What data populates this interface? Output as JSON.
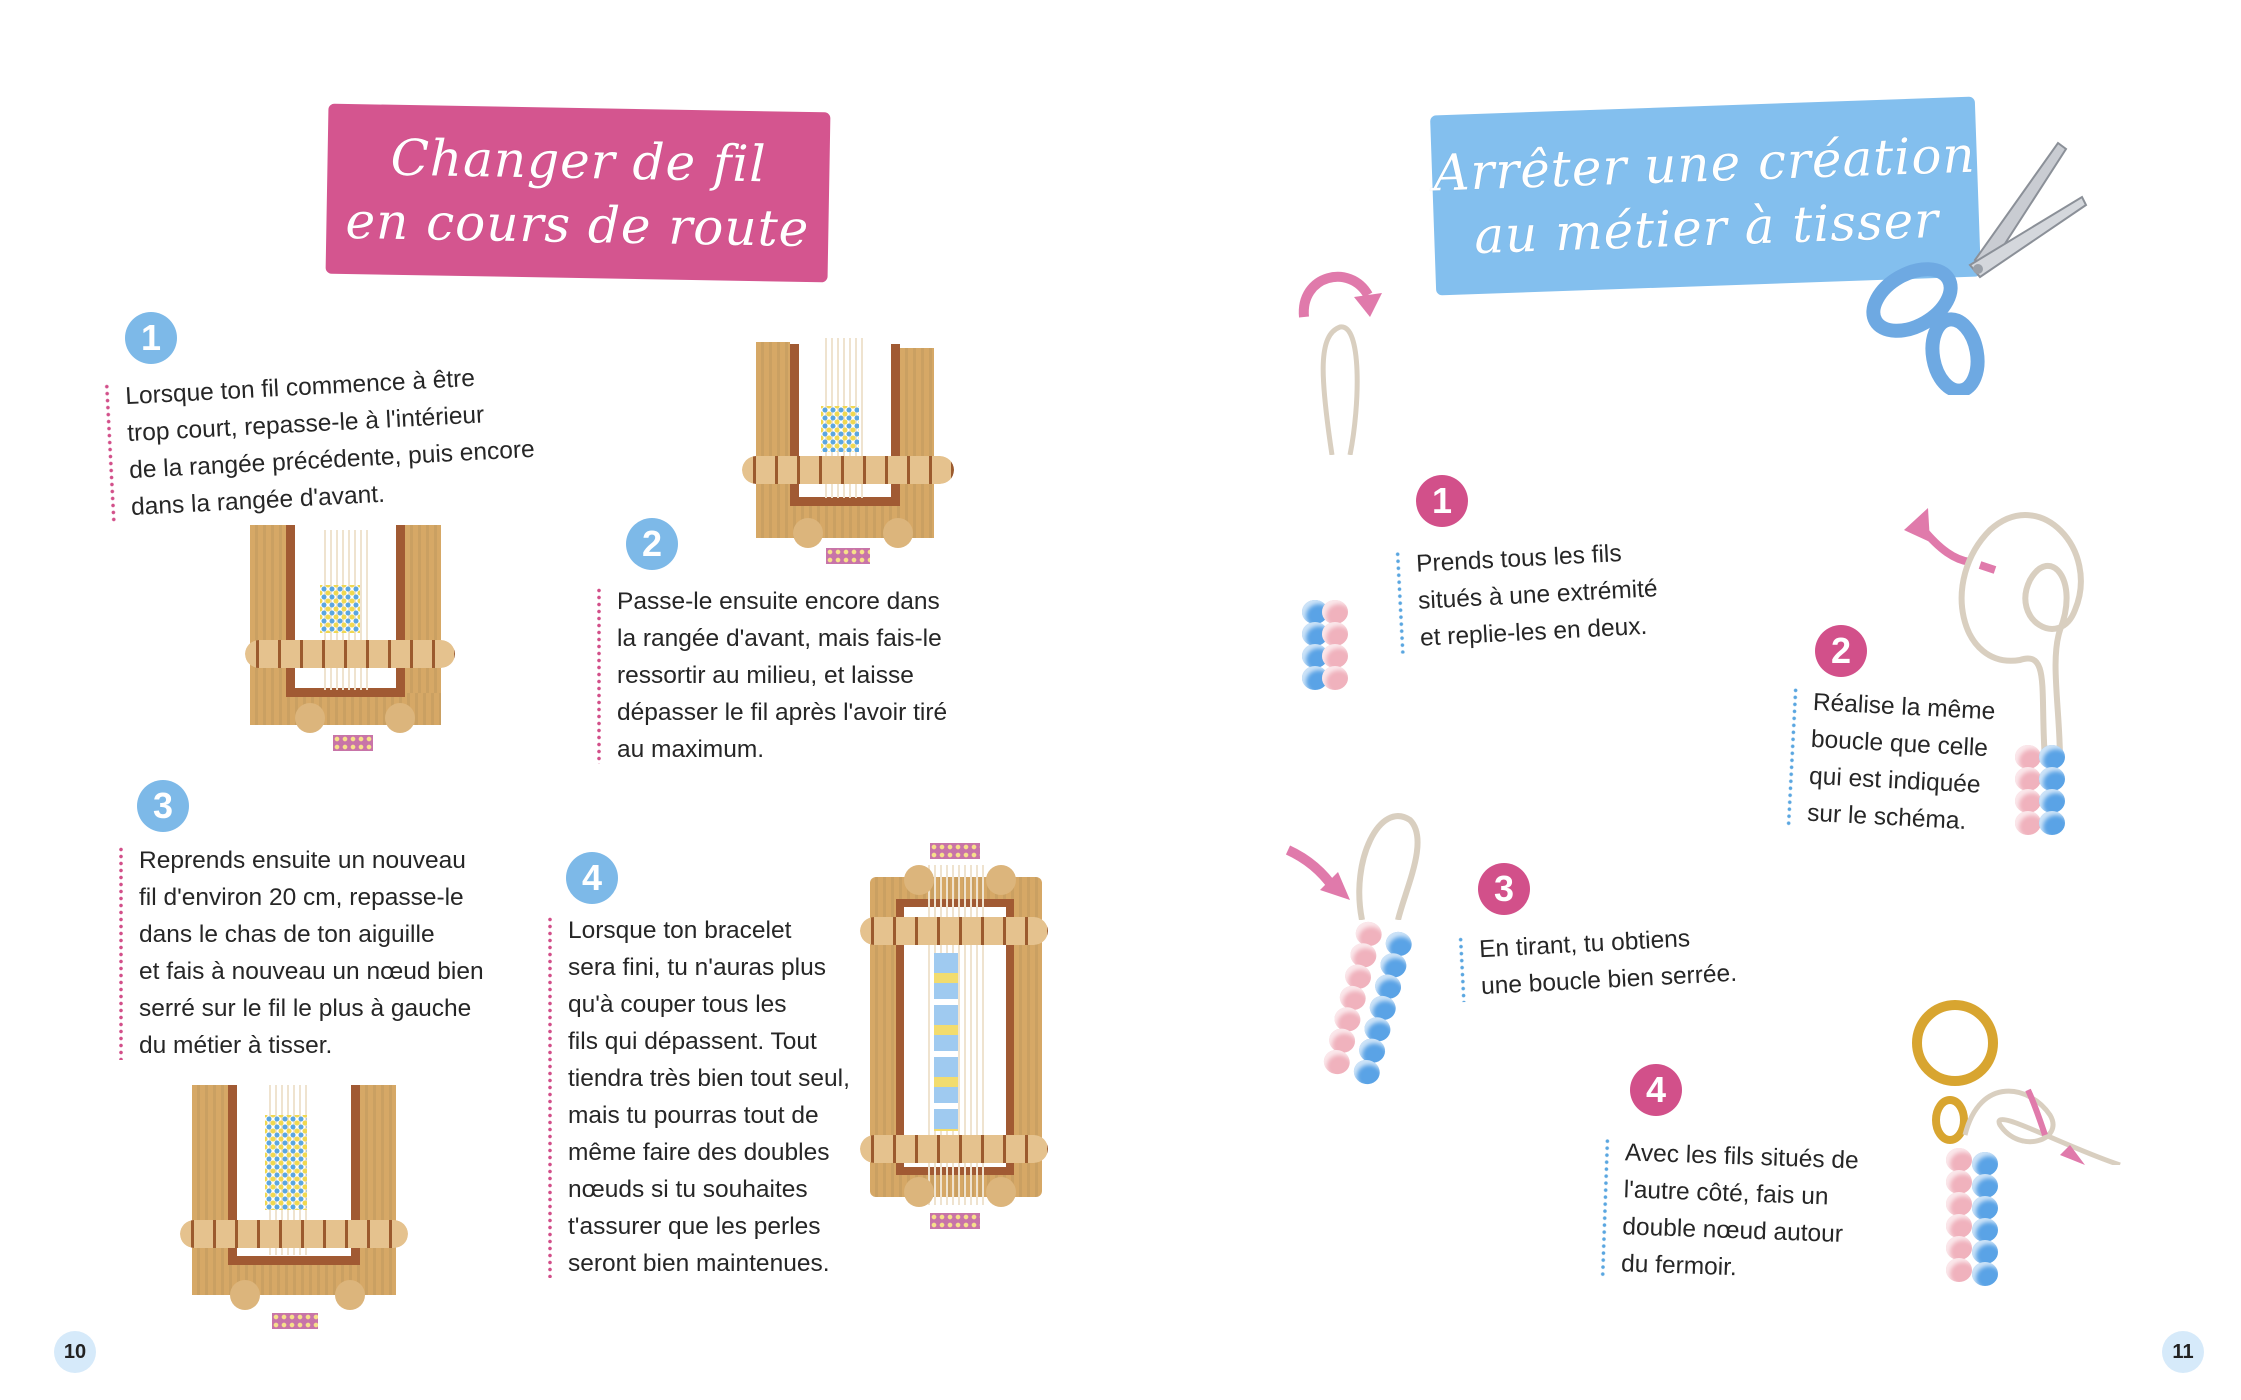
{
  "left_page": {
    "title": [
      "Changer de fil",
      "en cours de route"
    ],
    "title_color": "#d4558f",
    "page_number": "10",
    "steps": [
      {
        "number": "1",
        "lines": [
          "Lorsque ton fil commence à être",
          "trop court, repasse-le à l'intérieur",
          "de la rangée précédente, puis encore",
          "dans la rangée d'avant."
        ]
      },
      {
        "number": "2",
        "lines": [
          "Passe-le ensuite encore dans",
          "la rangée d'avant, mais fais-le",
          "ressortir au milieu, et laisse",
          "dépasser le fil après l'avoir tiré",
          "au maximum."
        ]
      },
      {
        "number": "3",
        "lines": [
          "Reprends ensuite un nouveau",
          "fil d'environ 20 cm, repasse-le",
          "dans le chas de ton aiguille",
          "et fais à nouveau un nœud bien",
          "serré sur le fil le plus à gauche",
          "du métier à tisser."
        ]
      },
      {
        "number": "4",
        "lines": [
          "Lorsque ton bracelet",
          "sera fini, tu n'auras plus",
          "qu'à couper tous les",
          "fils qui dépassent. Tout",
          "tiendra très bien tout seul,",
          "mais tu pourras tout de",
          "même faire des doubles",
          "nœuds si tu souhaites",
          "t'assurer que les perles",
          "seront bien maintenues."
        ]
      }
    ],
    "illustrations": [
      "loom-threading-needle",
      "loom-thread-middle",
      "loom-new-thread",
      "loom-finished-bracelet"
    ]
  },
  "right_page": {
    "title": [
      "Arrêter une création",
      "au métier à tisser"
    ],
    "title_color": "#83bfee",
    "page_number": "11",
    "steps": [
      {
        "number": "1",
        "lines": [
          "Prends tous les fils",
          "situés à une extrémité",
          "et replie-les en deux."
        ]
      },
      {
        "number": "2",
        "lines": [
          "Réalise la même",
          "boucle que celle",
          "qui est indiquée",
          "sur le schéma."
        ]
      },
      {
        "number": "3",
        "lines": [
          "En tirant, tu obtiens",
          "une boucle bien serrée."
        ]
      },
      {
        "number": "4",
        "lines": [
          "Avec les fils situés de",
          "l'autre côté, fais un",
          "double nœud autour",
          "du fermoir."
        ]
      }
    ],
    "illustrations": [
      "scissors-icon",
      "folded-threads",
      "loop-knot",
      "tight-loop",
      "clasp-double-knot"
    ]
  },
  "colors": {
    "pink_accent": "#d2508a",
    "blue_accent": "#7db9e8",
    "wood": "#d6a866",
    "wood_dark": "#a15a33",
    "bead_blue": "#5aa3e6",
    "bead_pink": "#f0b2bd"
  }
}
